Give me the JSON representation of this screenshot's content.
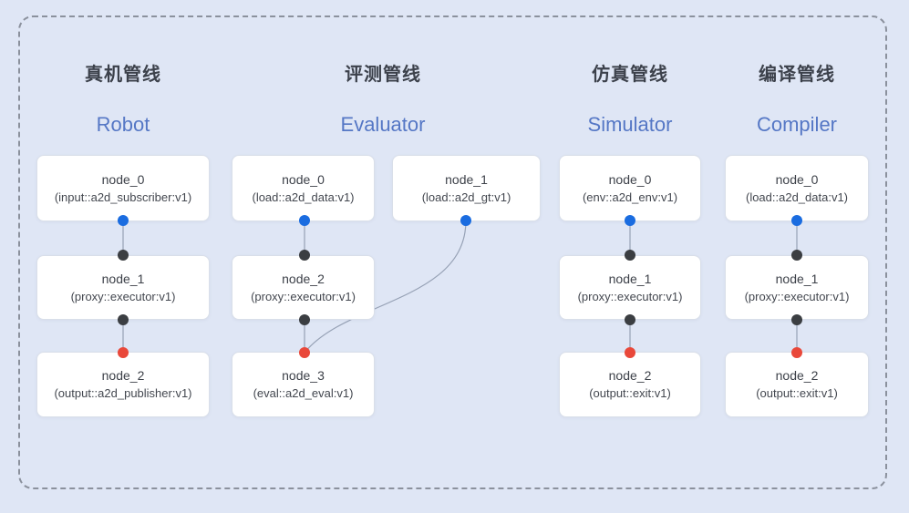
{
  "diagram": {
    "pipelines": [
      {
        "title_cn": "真机管线",
        "title_en": "Robot",
        "nodes": [
          {
            "name": "node_0",
            "type": "(input::a2d_subscriber:v1)"
          },
          {
            "name": "node_1",
            "type": "(proxy::executor:v1)"
          },
          {
            "name": "node_2",
            "type": "(output::a2d_publisher:v1)"
          }
        ]
      },
      {
        "title_cn": "评测管线",
        "title_en": "Evaluator",
        "nodes": [
          {
            "name": "node_0",
            "type": "(load::a2d_data:v1)"
          },
          {
            "name": "node_1",
            "type": "(load::a2d_gt:v1)"
          },
          {
            "name": "node_2",
            "type": "(proxy::executor:v1)"
          },
          {
            "name": "node_3",
            "type": "(eval::a2d_eval:v1)"
          }
        ]
      },
      {
        "title_cn": "仿真管线",
        "title_en": "Simulator",
        "nodes": [
          {
            "name": "node_0",
            "type": "(env::a2d_env:v1)"
          },
          {
            "name": "node_1",
            "type": "(proxy::executor:v1)"
          },
          {
            "name": "node_2",
            "type": "(output::exit:v1)"
          }
        ]
      },
      {
        "title_cn": "编译管线",
        "title_en": "Compiler",
        "nodes": [
          {
            "name": "node_0",
            "type": "(load::a2d_data:v1)"
          },
          {
            "name": "node_1",
            "type": "(proxy::executor:v1)"
          },
          {
            "name": "node_2",
            "type": "(output::exit:v1)"
          }
        ]
      }
    ],
    "colors": {
      "background": "#dfe6f5",
      "box_bg": "#ffffff",
      "box_border": "#d9dfe9",
      "dashed_border": "#8b919d",
      "edge": "#96a1b5",
      "dot_blue": "#1a6ce0",
      "dot_black": "#3b3e42",
      "dot_red": "#e9483a",
      "title_cn_color": "#3c414b",
      "title_en_color": "#5577c5"
    }
  }
}
